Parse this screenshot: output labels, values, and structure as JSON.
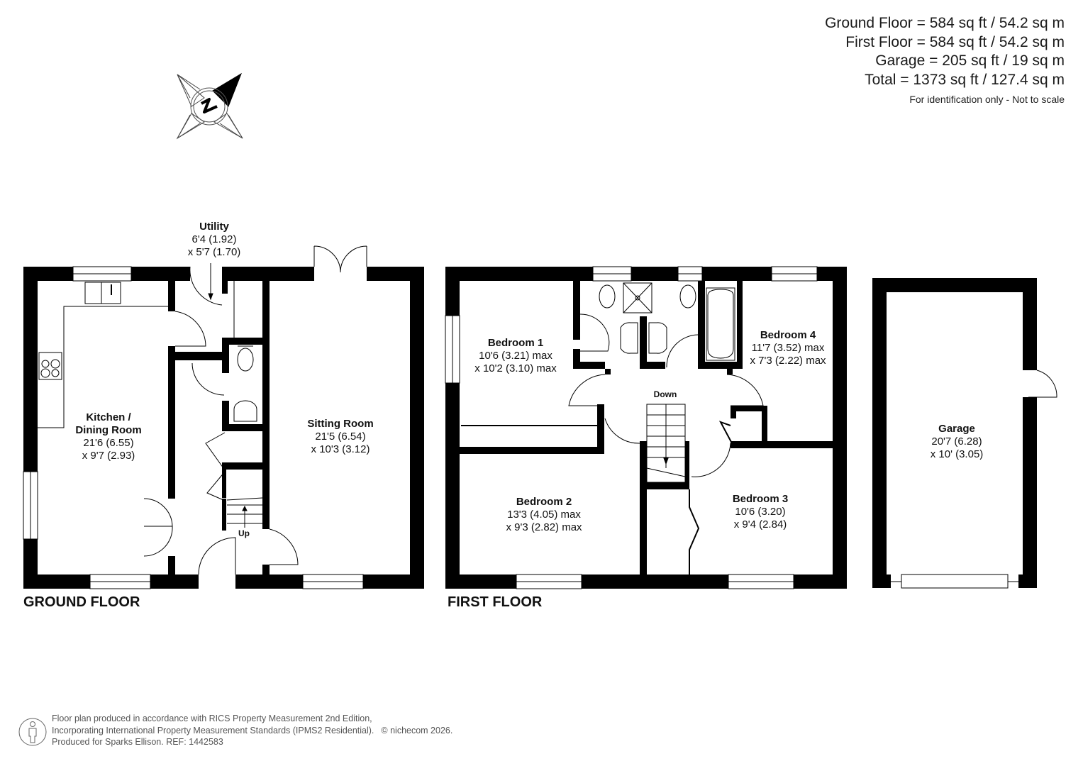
{
  "areas": {
    "ground_floor": "Ground Floor = 584 sq ft / 54.2 sq m",
    "first_floor": "First Floor = 584 sq ft / 54.2 sq m",
    "garage": "Garage = 205 sq ft / 19 sq m",
    "total": "Total = 1373 sq ft / 127.4 sq m",
    "note": "For identification only - Not to scale"
  },
  "compass": {
    "label": "N"
  },
  "ground_floor": {
    "title": "GROUND FLOOR",
    "rooms": {
      "utility": {
        "name": "Utility",
        "dim1": "6'4 (1.92)",
        "dim2": "x 5'7 (1.70)"
      },
      "kitchen": {
        "name1": "Kitchen /",
        "name2": "Dining Room",
        "dim1": "21'6 (6.55)",
        "dim2": "x 9'7 (2.93)"
      },
      "sitting": {
        "name": "Sitting Room",
        "dim1": "21'5 (6.54)",
        "dim2": "x 10'3 (3.12)"
      }
    },
    "stairs_label": "Up"
  },
  "first_floor": {
    "title": "FIRST FLOOR",
    "rooms": {
      "bedroom1": {
        "name": "Bedroom 1",
        "dim1": "10'6 (3.21) max",
        "dim2": "x 10'2 (3.10) max"
      },
      "bedroom2": {
        "name": "Bedroom 2",
        "dim1": "13'3 (4.05) max",
        "dim2": "x 9'3 (2.82) max"
      },
      "bedroom3": {
        "name": "Bedroom 3",
        "dim1": "10'6 (3.20)",
        "dim2": "x 9'4 (2.84)"
      },
      "bedroom4": {
        "name": "Bedroom 4",
        "dim1": "11'7 (3.52) max",
        "dim2": "x 7'3 (2.22) max"
      }
    },
    "stairs_label": "Down"
  },
  "garage": {
    "name": "Garage",
    "dim1": "20'7 (6.28)",
    "dim2": "x 10' (3.05)"
  },
  "footer": {
    "line1": "Floor plan produced in accordance with RICS Property Measurement 2nd Edition,",
    "line2": "Incorporating International Property Measurement Standards (IPMS2 Residential).",
    "copyright": "© nichecom 2026.",
    "line3": "Produced for Sparks Ellison.   REF: 1442583"
  }
}
